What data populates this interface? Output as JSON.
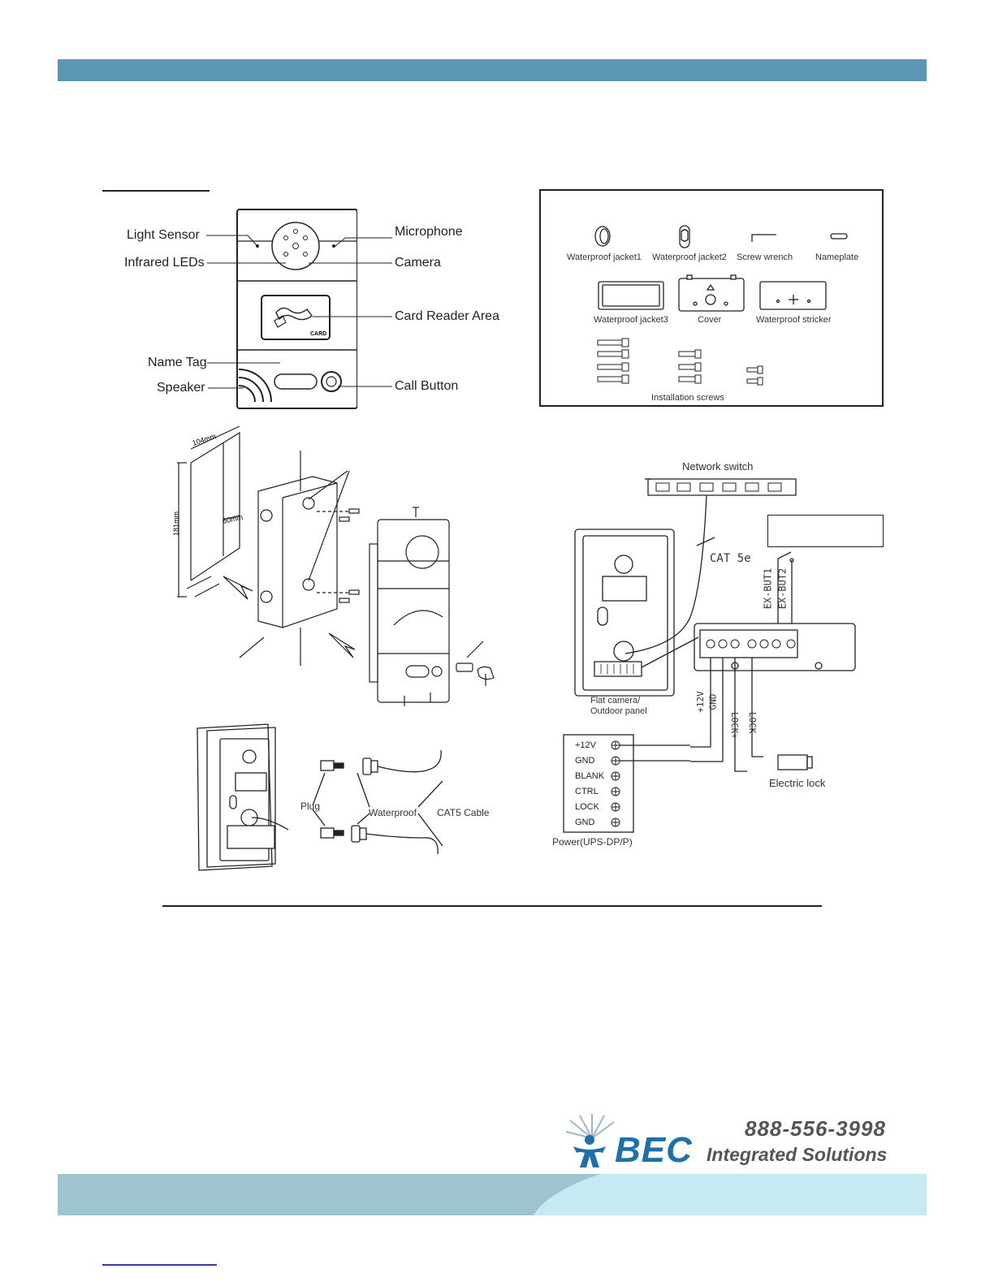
{
  "panel_callouts": {
    "light_sensor": "Light  Sensor",
    "infrared_leds": "Infrared LEDs",
    "name_tag": "Name Tag",
    "speaker": "Speaker",
    "microphone": "Microphone",
    "camera": "Camera",
    "card_reader_area": "Card  Reader Area",
    "call_button": "Call Button",
    "card_text": "CARD"
  },
  "accessories": {
    "waterproof_jacket1": "Waterproof jacket1",
    "waterproof_jacket2": "Waterproof jacket2",
    "screw_wrench": "Screw wrench",
    "nameplate": "Nameplate",
    "waterproof_jacket3": "Waterproof jacket3",
    "cover": "Cover",
    "waterproof_stricker": "Waterproof stricker",
    "installation_screws": "Installation screws"
  },
  "mounting": {
    "width_dim": "104mm",
    "height_dim": "181mm",
    "depth_dim": "60mm"
  },
  "cabling": {
    "plug": "Plug",
    "waterproof": "Waterproof",
    "cat5_cable": "CAT5 Cable"
  },
  "wiring": {
    "network_switch": "Network switch",
    "cat5e": "CAT 5e",
    "ex_but1": "EX-BUT1",
    "ex_but2": "EX-BUT2",
    "flat_camera": "Flat camera/",
    "outdoor_panel": "Outdoor panel",
    "plus12v": "+12V",
    "gnd": "GND",
    "lock_plus": "LOCK+",
    "lock_minus": "LOCK-",
    "electric_lock": "Electric lock",
    "power_label": "Power(UPS-DP/P)",
    "power_rows": [
      "+12V",
      "GND",
      "BLANK",
      "CTRL",
      "LOCK",
      "GND"
    ]
  },
  "footer": {
    "phone": "888-556-3998",
    "brand_name": "BEC",
    "brand_tagline": "Integrated Solutions"
  }
}
